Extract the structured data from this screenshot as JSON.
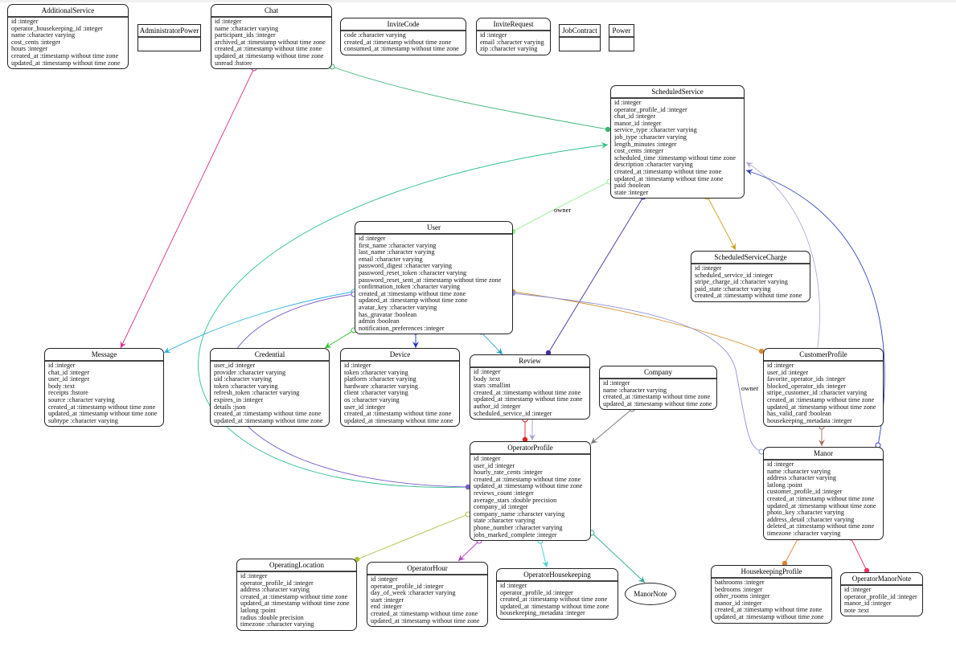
{
  "entities": [
    {
      "name": "AdditionalService",
      "fields": [
        "id :integer",
        "operator_housekeeping_id :integer",
        "name :character varying",
        "cost_cents :integer",
        "hours :integer",
        "created_at :timestamp without time zone",
        "updated_at :timestamp without time zone"
      ]
    },
    {
      "name": "AdministratorPower",
      "fields": []
    },
    {
      "name": "Chat",
      "fields": [
        "id :integer",
        "name :character varying",
        "participant_ids :integer",
        "archived_at :timestamp without time zone",
        "created_at :timestamp without time zone",
        "updated_at :timestamp without time zone",
        "unread :hstore"
      ]
    },
    {
      "name": "InviteCode",
      "fields": [
        "code :character varying",
        "created_at :timestamp without time zone",
        "consumed_at :timestamp without time zone"
      ]
    },
    {
      "name": "InviteRequest",
      "fields": [
        "id :integer",
        "email :character varying",
        "zip :character varying"
      ]
    },
    {
      "name": "JobContract",
      "fields": []
    },
    {
      "name": "Power",
      "fields": []
    },
    {
      "name": "ScheduledService",
      "fields": [
        "id :integer",
        "operator_profile_id :integer",
        "chat_id :integer",
        "manor_id :integer",
        "service_type :character varying",
        "job_type :character varying",
        "length_minutes :integer",
        "cost_cents :integer",
        "scheduled_time :timestamp without time zone",
        "description :character varying",
        "created_at :timestamp without time zone",
        "updated_at :timestamp without time zone",
        "paid :boolean",
        "state :integer"
      ]
    },
    {
      "name": "ScheduledServiceCharge",
      "fields": [
        "id :integer",
        "scheduled_service_id :integer",
        "stripe_charge_id :character varying",
        "paid_state :character varying",
        "created_at :timestamp without time zone"
      ]
    },
    {
      "name": "User",
      "fields": [
        "id :integer",
        "first_name :character varying",
        "last_name :character varying",
        "email :character varying",
        "password_digest :character varying",
        "password_reset_token :character varying",
        "password_reset_sent_at :timestamp without time zone",
        "confirmation_token :character varying",
        "created_at :timestamp without time zone",
        "updated_at :timestamp without time zone",
        "avatar_key :character varying",
        "has_gravatar :boolean",
        "admin :boolean",
        "notification_preferences :integer"
      ]
    },
    {
      "name": "Message",
      "fields": [
        "id :integer",
        "chat_id :integer",
        "user_id :integer",
        "body :text",
        "receipts :hstore",
        "source :character varying",
        "created_at :timestamp without time zone",
        "updated_at :timestamp without time zone",
        "subtype :character varying"
      ]
    },
    {
      "name": "Credential",
      "fields": [
        "user_id :integer",
        "provider :character varying",
        "uid :character varying",
        "token :character varying",
        "refresh_token :character varying",
        "expires_in :integer",
        "details :json",
        "created_at :timestamp without time zone",
        "updated_at :timestamp without time zone"
      ]
    },
    {
      "name": "Device",
      "fields": [
        "id :integer",
        "token :character varying",
        "platform :character varying",
        "hardware :character varying",
        "client :character varying",
        "os :character varying",
        "user_id :integer",
        "created_at :timestamp without time zone",
        "updated_at :timestamp without time zone"
      ]
    },
    {
      "name": "Review",
      "fields": [
        "id :integer",
        "body :text",
        "stars :smallint",
        "created_at :timestamp without time zone",
        "updated_at :timestamp without time zone",
        "author_id :integer",
        "scheduled_service_id :integer"
      ]
    },
    {
      "name": "Company",
      "fields": [
        "id :integer",
        "name :character varying",
        "created_at :timestamp without time zone",
        "updated_at :timestamp without time zone"
      ]
    },
    {
      "name": "CustomerProfile",
      "fields": [
        "id :integer",
        "user_id :integer",
        "favorite_operator_ids :integer",
        "blocked_operator_ids :integer",
        "stripe_customer_id :character varying",
        "created_at :timestamp without time zone",
        "updated_at :timestamp without time zone",
        "has_valid_card :boolean",
        "housekeeping_metadata :integer"
      ]
    },
    {
      "name": "OperatorProfile",
      "fields": [
        "id :integer",
        "user_id :integer",
        "hourly_rate_cents :integer",
        "created_at :timestamp without time zone",
        "updated_at :timestamp without time zone",
        "reviews_count :integer",
        "average_stars :double precision",
        "company_id :integer",
        "company_name :character varying",
        "state :character varying",
        "phone_number :character varying",
        "jobs_marked_complete :integer"
      ]
    },
    {
      "name": "Manor",
      "fields": [
        "id :integer",
        "name :character varying",
        "address :character varying",
        "latlong :point",
        "customer_profile_id :integer",
        "created_at :timestamp without time zone",
        "updated_at :timestamp without time zone",
        "photo_key :character varying",
        "address_detail :character varying",
        "deleted_at :timestamp without time zone",
        "timezone :character varying"
      ]
    },
    {
      "name": "OperatingLocation",
      "fields": [
        "id :integer",
        "operator_profile_id :integer",
        "address :character varying",
        "created_at :timestamp without time zone",
        "updated_at :timestamp without time zone",
        "latlong :point",
        "radius :double precision",
        "timezone :character varying"
      ]
    },
    {
      "name": "OperatorHour",
      "fields": [
        "id :integer",
        "operator_profile_id :integer",
        "day_of_week :character varying",
        "start :integer",
        "end :integer",
        "created_at :timestamp without time zone",
        "updated_at :timestamp without time zone"
      ]
    },
    {
      "name": "OperatorHousekeeping",
      "fields": [
        "id :integer",
        "operator_profile_id :integer",
        "created_at :timestamp without time zone",
        "updated_at :timestamp without time zone",
        "housekeeping_metadata :integer"
      ]
    },
    {
      "name": "HousekeepingProfile",
      "fields": [
        "bathrooms :integer",
        "bedrooms :integer",
        "other_rooms :integer",
        "manor_id :integer",
        "created_at :timestamp without time zone",
        "updated_at :timestamp without time zone"
      ]
    },
    {
      "name": "OperatorManorNote",
      "fields": [
        "id :integer",
        "operator_profile_id :integer",
        "manor_id :integer",
        "note :text"
      ]
    }
  ],
  "ellipses": [
    {
      "name": "ManorNote"
    }
  ],
  "edge_labels": [
    "owner",
    "owner"
  ]
}
